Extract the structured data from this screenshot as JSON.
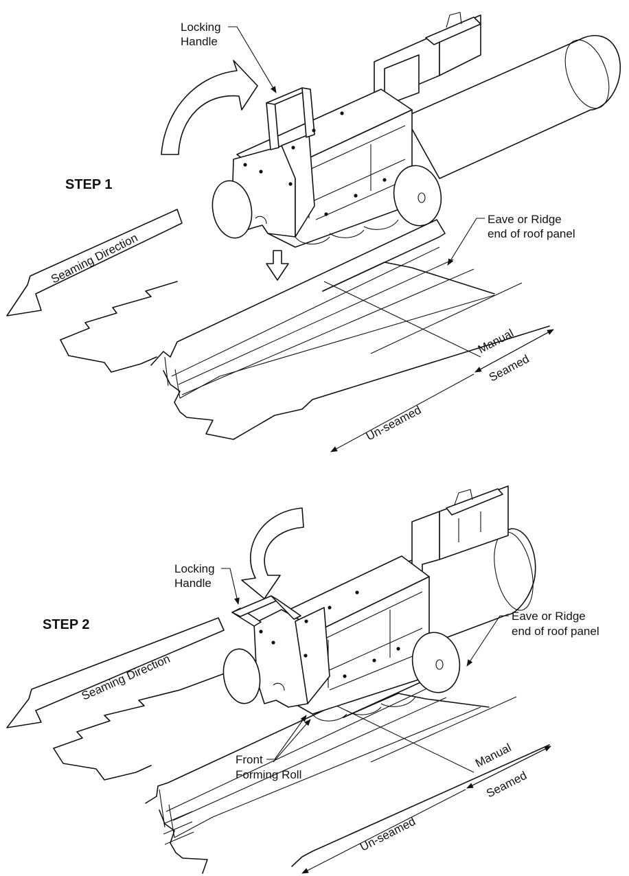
{
  "step1": {
    "title": "STEP 1",
    "locking_handle_1": "Locking",
    "locking_handle_2": "Handle",
    "direction": "Seaming Direction",
    "eave_1": "Eave or Ridge",
    "eave_2": "end of roof panel",
    "manual": "Manual",
    "seamed": "Seamed",
    "unseamed": "Un-seamed"
  },
  "step2": {
    "title": "STEP 2",
    "locking_handle_1": "Locking",
    "locking_handle_2": "Handle",
    "direction": "Seaming Direction",
    "eave_1": "Eave or Ridge",
    "eave_2": "end of roof panel",
    "front_roll_1": "Front",
    "front_roll_2": "Forming Roll",
    "manual": "Manual",
    "seamed": "Seamed",
    "unseamed": "Un-seamed"
  }
}
